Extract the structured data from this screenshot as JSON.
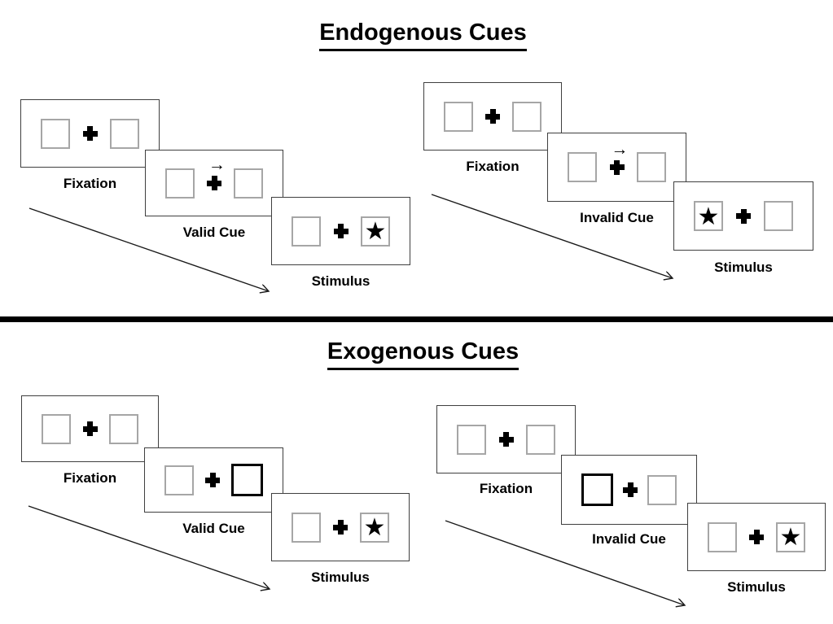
{
  "sections": [
    {
      "title": "Endogenous Cues",
      "groups": [
        {
          "name": "valid-sequence",
          "panels": [
            {
              "label": "Fixation",
              "left": "",
              "right": "",
              "left_variant": "normal",
              "right_variant": "normal",
              "cue_arrow": "false"
            },
            {
              "label": "Valid Cue",
              "left": "",
              "right": "",
              "left_variant": "normal",
              "right_variant": "normal",
              "cue_arrow": "true"
            },
            {
              "label": "Stimulus",
              "left": "",
              "right": "★",
              "left_variant": "normal",
              "right_variant": "normal",
              "cue_arrow": "false"
            }
          ]
        },
        {
          "name": "invalid-sequence",
          "panels": [
            {
              "label": "Fixation",
              "left": "",
              "right": "",
              "left_variant": "normal",
              "right_variant": "normal",
              "cue_arrow": "false"
            },
            {
              "label": "Invalid Cue",
              "left": "",
              "right": "",
              "left_variant": "normal",
              "right_variant": "normal",
              "cue_arrow": "true"
            },
            {
              "label": "Stimulus",
              "left": "★",
              "right": "",
              "left_variant": "normal",
              "right_variant": "normal",
              "cue_arrow": "false"
            }
          ]
        }
      ]
    },
    {
      "title": "Exogenous Cues",
      "groups": [
        {
          "name": "valid-sequence",
          "panels": [
            {
              "label": "Fixation",
              "left": "",
              "right": "",
              "left_variant": "normal",
              "right_variant": "normal",
              "cue_arrow": "false"
            },
            {
              "label": "Valid Cue",
              "left": "",
              "right": "",
              "left_variant": "normal",
              "right_variant": "bold",
              "cue_arrow": "false"
            },
            {
              "label": "Stimulus",
              "left": "",
              "right": "★",
              "left_variant": "normal",
              "right_variant": "normal",
              "cue_arrow": "false"
            }
          ]
        },
        {
          "name": "invalid-sequence",
          "panels": [
            {
              "label": "Fixation",
              "left": "",
              "right": "",
              "left_variant": "normal",
              "right_variant": "normal",
              "cue_arrow": "false"
            },
            {
              "label": "Invalid Cue",
              "left": "",
              "right": "",
              "left_variant": "bold",
              "right_variant": "normal",
              "cue_arrow": "false"
            },
            {
              "label": "Stimulus",
              "left": "",
              "right": "★",
              "left_variant": "normal",
              "right_variant": "normal",
              "cue_arrow": "false"
            }
          ]
        }
      ]
    }
  ],
  "symbols": {
    "cue_arrow": "→",
    "star": "★"
  },
  "colors": {
    "ink": "#000000",
    "box_border": "#a6a6a6",
    "panel_border": "#3f3f3f"
  }
}
